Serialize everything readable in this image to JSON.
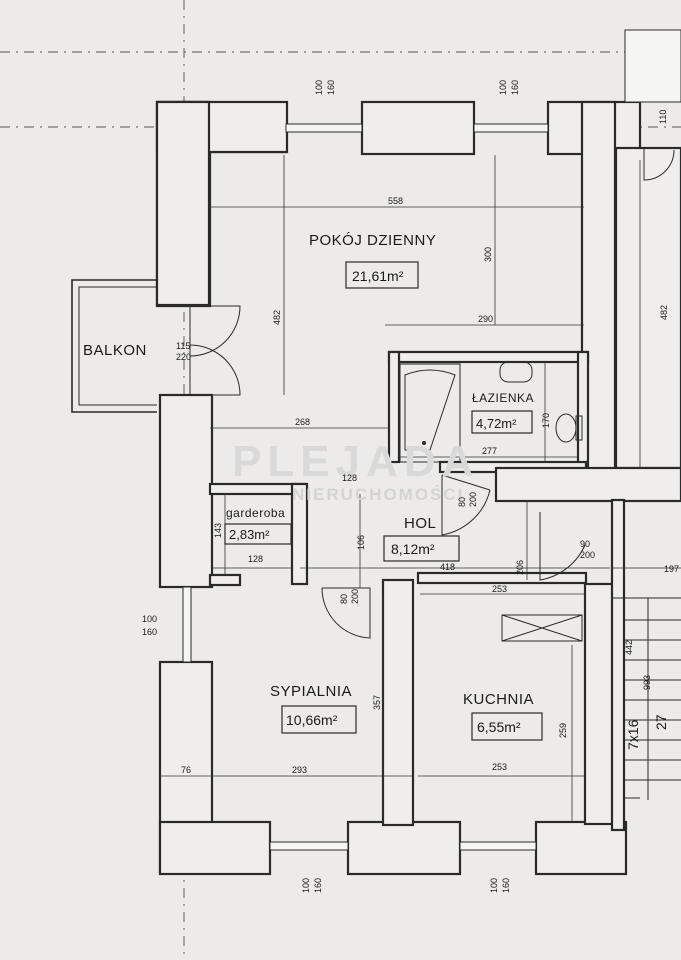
{
  "rooms": {
    "pokoj": {
      "name": "POKÓJ DZIENNY",
      "area": "21,61m²"
    },
    "balkon": {
      "name": "BALKON"
    },
    "lazienka": {
      "name": "ŁAZIENKA",
      "area": "4,72m²"
    },
    "garderoba": {
      "name": "garderoba",
      "area": "2,83m²"
    },
    "hol": {
      "name": "HOL",
      "area": "8,12m²"
    },
    "sypialnia": {
      "name": "SYPIALNIA",
      "area": "10,66m²"
    },
    "kuchnia": {
      "name": "KUCHNIA",
      "area": "6,55m²"
    }
  },
  "dimensions": {
    "pokoj_width": "558",
    "pokoj_height_left": "482",
    "pokoj_depth": "300",
    "pokoj_inner": "290",
    "right_height": "482",
    "hall_width": "268",
    "balkon_door_top": "115",
    "balkon_door_bottom": "220",
    "lazienka_width": "277",
    "lazienka_height": "170",
    "garderoba_top": "128",
    "garderoba_bottom": "128",
    "garderoba_height": "143",
    "hol_height": "106",
    "hol_width": "418",
    "door_hol_top": "80",
    "door_hol_bottom": "200",
    "door_right_top": "90",
    "door_right_bottom": "200",
    "door_syp_top": "80",
    "door_syp_bottom": "200",
    "kuchnia_width_top": "253",
    "kuchnia_width_bottom": "253",
    "kuchnia_height": "259",
    "syp_height": "357",
    "syp_width": "293",
    "syp_left": "76",
    "vertical_206": "206",
    "right_197": "197",
    "right_442": "442",
    "window_top_1a": "100",
    "window_top_1b": "160",
    "window_top_2a": "100",
    "window_top_2b": "160",
    "window_left_a": "100",
    "window_left_b": "160",
    "window_bot_1a": "100",
    "window_bot_1b": "160",
    "window_bot_2a": "100",
    "window_bot_2b": "160",
    "right_110": "110",
    "stairs_count": "7x16",
    "stairs_27": "27",
    "stairs_small": "993"
  },
  "watermark": {
    "line1": "PLEJADA",
    "line2": "NIERUCHOMOŚCI"
  }
}
